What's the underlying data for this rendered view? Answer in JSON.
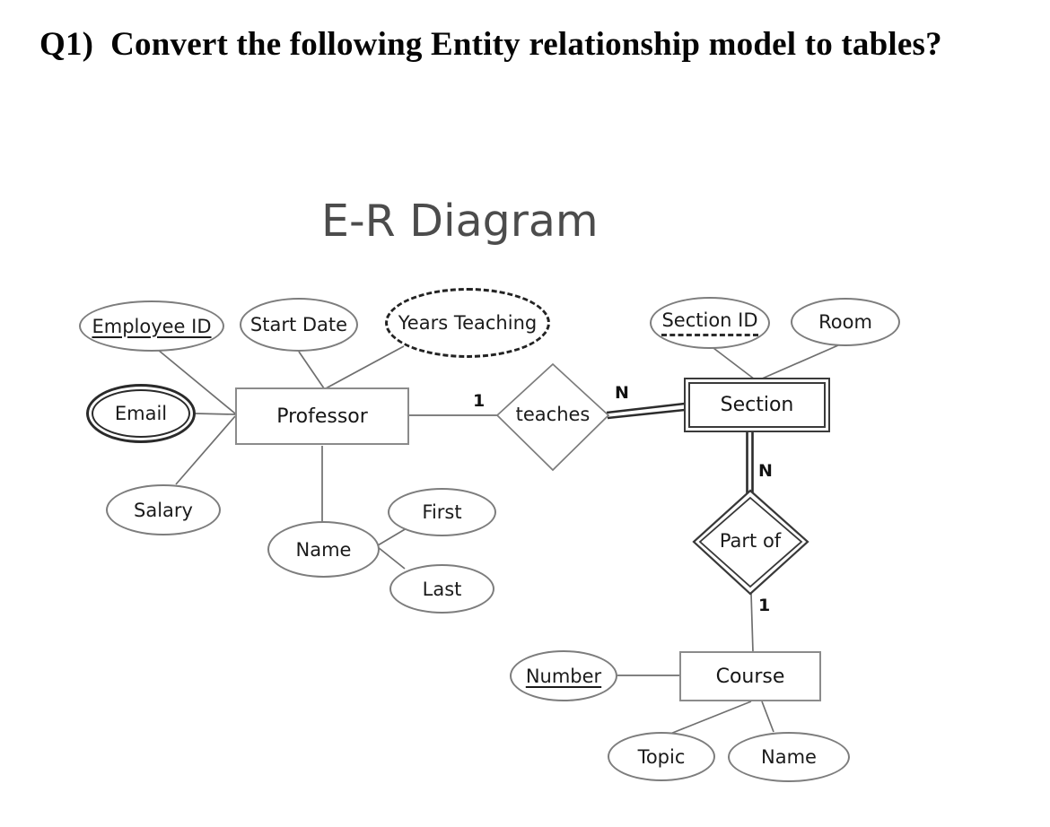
{
  "page": {
    "question_heading": "Q1)  Convert the following Entity relationship model to tables?",
    "diagram_title": "E-R Diagram"
  },
  "entities": {
    "professor": {
      "label": "Professor",
      "kind": "strong-entity"
    },
    "section": {
      "label": "Section",
      "kind": "weak-entity"
    },
    "course": {
      "label": "Course",
      "kind": "strong-entity"
    }
  },
  "relationships": {
    "teaches": {
      "label": "teaches",
      "kind": "relationship",
      "professor_side_cardinality": "1",
      "section_side_cardinality": "N"
    },
    "part_of": {
      "label": "Part of",
      "kind": "identifying-relationship",
      "section_side_cardinality": "N",
      "course_side_cardinality": "1"
    }
  },
  "attributes": {
    "employee_id": {
      "label": "Employee ID",
      "kind": "key",
      "owner": "Professor"
    },
    "start_date": {
      "label": "Start Date",
      "kind": "simple",
      "owner": "Professor"
    },
    "years_teaching": {
      "label": "Years Teaching",
      "kind": "derived",
      "owner": "Professor"
    },
    "email": {
      "label": "Email",
      "kind": "multivalued",
      "owner": "Professor"
    },
    "salary": {
      "label": "Salary",
      "kind": "simple",
      "owner": "Professor"
    },
    "name": {
      "label": "Name",
      "kind": "composite",
      "owner": "Professor"
    },
    "first": {
      "label": "First",
      "kind": "component",
      "owner": "Name"
    },
    "last": {
      "label": "Last",
      "kind": "component",
      "owner": "Name"
    },
    "section_id": {
      "label": "Section ID",
      "kind": "partial-key",
      "owner": "Section"
    },
    "room": {
      "label": "Room",
      "kind": "simple",
      "owner": "Section"
    },
    "number": {
      "label": "Number",
      "kind": "key",
      "owner": "Course"
    },
    "topic": {
      "label": "Topic",
      "kind": "simple",
      "owner": "Course"
    },
    "course_name": {
      "label": "Name",
      "kind": "simple",
      "owner": "Course"
    }
  }
}
